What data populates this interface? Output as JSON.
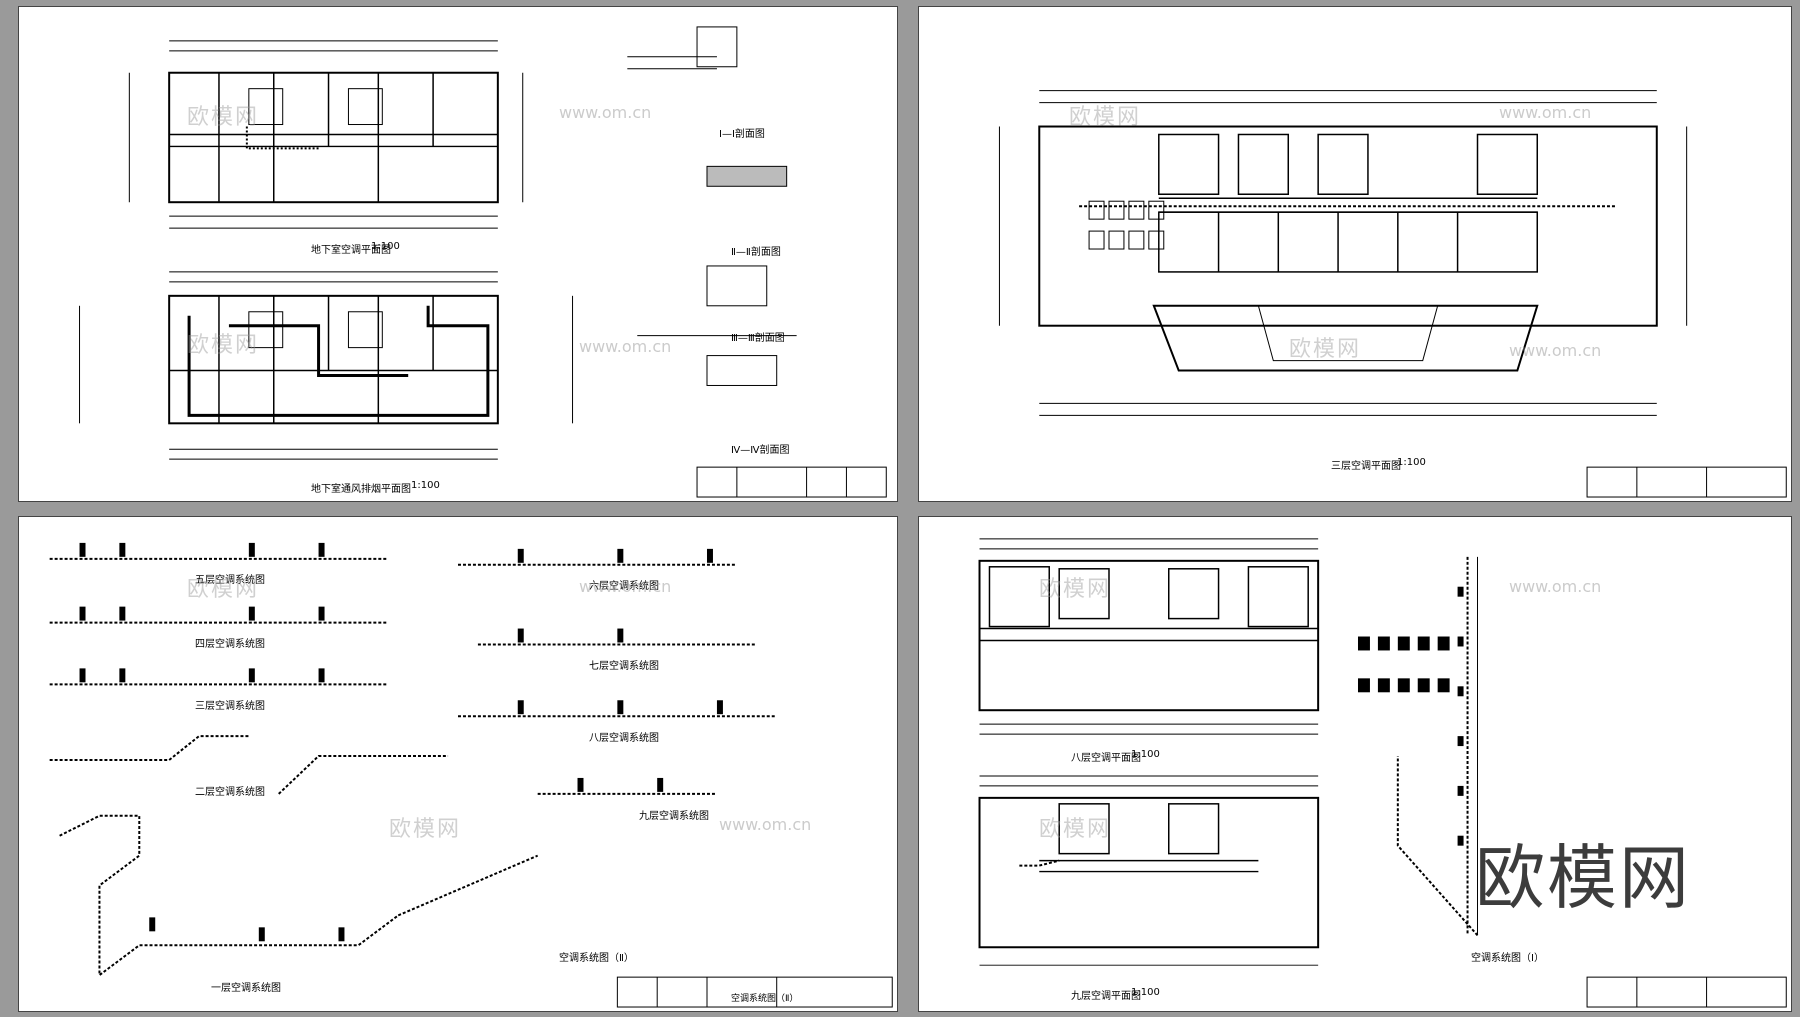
{
  "sheets": [
    {
      "id": "tl",
      "captions": [
        "地下室空调平面图",
        "1:100",
        "地下室通风排烟平面图",
        "1:100",
        "Ⅰ—Ⅰ剖面图",
        "Ⅱ—Ⅱ剖面图",
        "Ⅲ—Ⅲ剖面图",
        "Ⅳ—Ⅳ剖面图"
      ]
    },
    {
      "id": "tr",
      "captions": [
        "三层空调平面图",
        "1:100"
      ]
    },
    {
      "id": "bl",
      "captions": [
        "五层空调系统图",
        "四层空调系统图",
        "三层空调系统图",
        "二层空调系统图",
        "一层空调系统图",
        "六层空调系统图",
        "七层空调系统图",
        "八层空调系统图",
        "九层空调系统图",
        "空调系统图（Ⅱ）"
      ],
      "title_block": "空调系统图（Ⅱ）"
    },
    {
      "id": "br",
      "captions": [
        "八层空调平面图",
        "1:100",
        "九层空调平面图",
        "1:100",
        "空调系统图（Ⅰ）"
      ]
    }
  ],
  "watermark": {
    "brand": "欧模网",
    "url": "www.om.cn",
    "big": "欧模网"
  },
  "icons": [
    "drawing-sheet",
    "floor-plan",
    "duct-system-diagram",
    "title-block"
  ]
}
